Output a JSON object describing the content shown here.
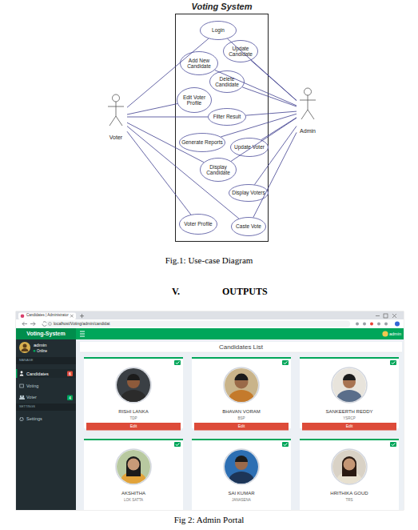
{
  "diagram": {
    "caption": "Fig.1: Use-case Diagram",
    "nodes": [
      {
        "text": [
          "Voting System"
        ]
      },
      {
        "text": [
          "Login"
        ],
        "in": 0
      },
      {
        "text": [
          "Update Candidate"
        ],
        "in": 0
      },
      {
        "text": [
          "Add New Candidate"
        ],
        "in": 0
      },
      {
        "text": [
          "Delete Candidate"
        ],
        "in": 0
      },
      {
        "text": [
          "Edit Voter Profile"
        ],
        "in": 0
      },
      {
        "text": [
          "Filter Result"
        ],
        "in": 0
      },
      {
        "text": [
          "Generate Reports"
        ],
        "in": 0
      },
      {
        "text": [
          "Update Voter"
        ],
        "in": 0
      },
      {
        "text": [
          "Display Candidate"
        ],
        "in": 0
      },
      {
        "text": [
          "Display Voters"
        ],
        "in": 0
      },
      {
        "text": [
          "Voter Profile"
        ],
        "in": 0
      },
      {
        "text": [
          "Caste Vote"
        ],
        "in": 0
      },
      {
        "text": [
          "Voter"
        ]
      },
      {
        "text": [
          "Admin"
        ]
      }
    ],
    "edges": [
      {
        "from": 13,
        "to": 1,
        "arrow": "none"
      },
      {
        "from": 13,
        "to": 5,
        "arrow": "none"
      },
      {
        "from": 13,
        "to": 6,
        "arrow": "none"
      },
      {
        "from": 13,
        "to": 9,
        "arrow": "none"
      },
      {
        "from": 13,
        "to": 11,
        "arrow": "none"
      },
      {
        "from": 13,
        "to": 12,
        "arrow": "none"
      },
      {
        "from": 14,
        "to": 1,
        "arrow": "none"
      },
      {
        "from": 14,
        "to": 2,
        "arrow": "none"
      },
      {
        "from": 14,
        "to": 3,
        "arrow": "none"
      },
      {
        "from": 14,
        "to": 4,
        "arrow": "none"
      },
      {
        "from": 14,
        "to": 6,
        "arrow": "none"
      },
      {
        "from": 14,
        "to": 7,
        "arrow": "none"
      },
      {
        "from": 14,
        "to": 8,
        "arrow": "none"
      },
      {
        "from": 14,
        "to": 9,
        "arrow": "none"
      },
      {
        "from": 14,
        "to": 10,
        "arrow": "none"
      },
      {
        "from": 14,
        "to": 12,
        "arrow": "none"
      }
    ],
    "labels": [
      "V.",
      "OUTPUTS",
      "Candidates | Administrator",
      "localhost/Voting/admin/candidat",
      "Voting-System",
      "admin",
      "Online",
      "MANAGE",
      "Candidates",
      "6",
      "Voting",
      "Voter",
      "4",
      "SETTINGS",
      "Settings",
      "admin",
      "Candidates List",
      "RISHI LANKA",
      "TDP",
      "Edit",
      "BHAVAN VORAM",
      "BSP",
      "Edit",
      "SANKEERTH REDDY",
      "YSRCP",
      "Edit",
      "AKSHITHA",
      "LOK SATTA",
      "SAI KUMAR",
      "JANASENA",
      "HRITHIKA GOUD",
      "TRS",
      "Fig 2: Admin Portal"
    ]
  }
}
